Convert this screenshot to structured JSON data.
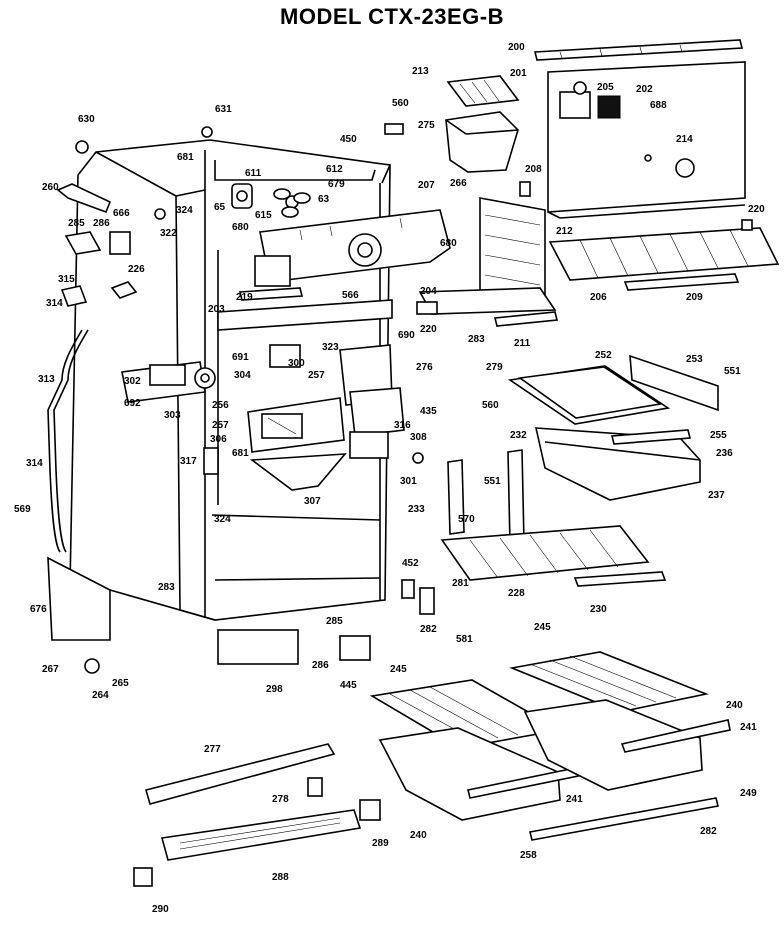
{
  "title": "MODEL CTX-23EG-B",
  "parts": [
    {
      "id": "p200",
      "text": "200"
    },
    {
      "id": "p201",
      "text": "201"
    },
    {
      "id": "p213",
      "text": "213"
    },
    {
      "id": "p205",
      "text": "205"
    },
    {
      "id": "p202",
      "text": "202"
    },
    {
      "id": "p688",
      "text": "688"
    },
    {
      "id": "p560a",
      "text": "560"
    },
    {
      "id": "p275",
      "text": "275"
    },
    {
      "id": "p450",
      "text": "450"
    },
    {
      "id": "p631",
      "text": "631"
    },
    {
      "id": "p630",
      "text": "630"
    },
    {
      "id": "p681",
      "text": "681"
    },
    {
      "id": "p612",
      "text": "612"
    },
    {
      "id": "p611",
      "text": "611"
    },
    {
      "id": "p679",
      "text": "679"
    },
    {
      "id": "p266",
      "text": "266"
    },
    {
      "id": "p214",
      "text": "214"
    },
    {
      "id": "p208",
      "text": "208"
    },
    {
      "id": "p260",
      "text": "260"
    },
    {
      "id": "p324a",
      "text": "324"
    },
    {
      "id": "p65",
      "text": "65"
    },
    {
      "id": "p63",
      "text": "63"
    },
    {
      "id": "p207",
      "text": "207"
    },
    {
      "id": "p285a",
      "text": "285"
    },
    {
      "id": "p286a",
      "text": "286"
    },
    {
      "id": "p666",
      "text": "666"
    },
    {
      "id": "p322",
      "text": "322"
    },
    {
      "id": "p680a",
      "text": "680"
    },
    {
      "id": "p615",
      "text": "615"
    },
    {
      "id": "p680b",
      "text": "680"
    },
    {
      "id": "p212",
      "text": "212"
    },
    {
      "id": "p220a",
      "text": "220"
    },
    {
      "id": "p226",
      "text": "226"
    },
    {
      "id": "p315",
      "text": "315"
    },
    {
      "id": "p206",
      "text": "206"
    },
    {
      "id": "p209",
      "text": "209"
    },
    {
      "id": "p314a",
      "text": "314"
    },
    {
      "id": "p219",
      "text": "219"
    },
    {
      "id": "p566",
      "text": "566"
    },
    {
      "id": "p204",
      "text": "204"
    },
    {
      "id": "p203",
      "text": "203"
    },
    {
      "id": "p220b",
      "text": "220"
    },
    {
      "id": "p211",
      "text": "211"
    },
    {
      "id": "p690",
      "text": "690"
    },
    {
      "id": "p283a",
      "text": "283"
    },
    {
      "id": "p323",
      "text": "323"
    },
    {
      "id": "p313",
      "text": "313"
    },
    {
      "id": "p691",
      "text": "691"
    },
    {
      "id": "p300",
      "text": "300"
    },
    {
      "id": "p252",
      "text": "252"
    },
    {
      "id": "p253",
      "text": "253"
    },
    {
      "id": "p302",
      "text": "302"
    },
    {
      "id": "p304",
      "text": "304"
    },
    {
      "id": "p257a",
      "text": "257"
    },
    {
      "id": "p276",
      "text": "276"
    },
    {
      "id": "p279",
      "text": "279"
    },
    {
      "id": "p551a",
      "text": "551"
    },
    {
      "id": "p692",
      "text": "692"
    },
    {
      "id": "p303",
      "text": "303"
    },
    {
      "id": "p256",
      "text": "256"
    },
    {
      "id": "p435",
      "text": "435"
    },
    {
      "id": "p560b",
      "text": "560"
    },
    {
      "id": "p257b",
      "text": "257"
    },
    {
      "id": "p316",
      "text": "316"
    },
    {
      "id": "p255",
      "text": "255"
    },
    {
      "id": "p306",
      "text": "306"
    },
    {
      "id": "p308",
      "text": "308"
    },
    {
      "id": "p232",
      "text": "232"
    },
    {
      "id": "p236",
      "text": "236"
    },
    {
      "id": "p314b",
      "text": "314"
    },
    {
      "id": "p317",
      "text": "317"
    },
    {
      "id": "p681b",
      "text": "681"
    },
    {
      "id": "p301",
      "text": "301"
    },
    {
      "id": "p551b",
      "text": "551"
    },
    {
      "id": "p237",
      "text": "237"
    },
    {
      "id": "p307",
      "text": "307"
    },
    {
      "id": "p569",
      "text": "569"
    },
    {
      "id": "p233",
      "text": "233"
    },
    {
      "id": "p570",
      "text": "570"
    },
    {
      "id": "p324b",
      "text": "324"
    },
    {
      "id": "p228",
      "text": "228"
    },
    {
      "id": "p452",
      "text": "452"
    },
    {
      "id": "p281",
      "text": "281"
    },
    {
      "id": "p230",
      "text": "230"
    },
    {
      "id": "p283b",
      "text": "283"
    },
    {
      "id": "p282a",
      "text": "282"
    },
    {
      "id": "p676",
      "text": "676"
    },
    {
      "id": "p581",
      "text": "581"
    },
    {
      "id": "p245a",
      "text": "245"
    },
    {
      "id": "p285b",
      "text": "285"
    },
    {
      "id": "p286b",
      "text": "286"
    },
    {
      "id": "p267",
      "text": "267"
    },
    {
      "id": "p445",
      "text": "445"
    },
    {
      "id": "p245b",
      "text": "245"
    },
    {
      "id": "p264",
      "text": "264"
    },
    {
      "id": "p265",
      "text": "265"
    },
    {
      "id": "p298",
      "text": "298"
    },
    {
      "id": "p240a",
      "text": "240"
    },
    {
      "id": "p241a",
      "text": "241"
    },
    {
      "id": "p277",
      "text": "277"
    },
    {
      "id": "p278",
      "text": "278"
    },
    {
      "id": "p241b",
      "text": "241"
    },
    {
      "id": "p249",
      "text": "249"
    },
    {
      "id": "p289",
      "text": "289"
    },
    {
      "id": "p282b",
      "text": "282"
    },
    {
      "id": "p240b",
      "text": "240"
    },
    {
      "id": "p288",
      "text": "288"
    },
    {
      "id": "p258",
      "text": "258"
    },
    {
      "id": "p290",
      "text": "290"
    }
  ]
}
